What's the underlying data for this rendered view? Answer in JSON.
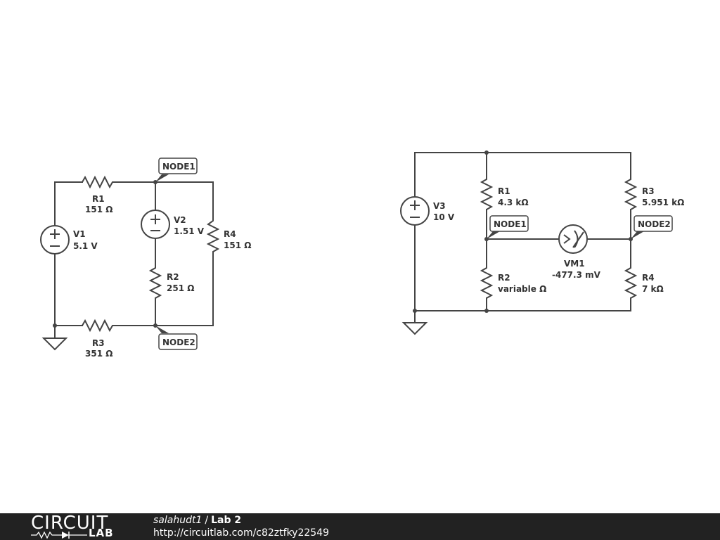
{
  "circuit_a": {
    "r1": {
      "name": "R1",
      "value": "151 Ω"
    },
    "r2": {
      "name": "R2",
      "value": "251 Ω"
    },
    "r3": {
      "name": "R3",
      "value": "351 Ω"
    },
    "r4": {
      "name": "R4",
      "value": "151 Ω"
    },
    "v1": {
      "name": "V1",
      "value": "5.1 V"
    },
    "v2": {
      "name": "V2",
      "value": "1.51 V"
    },
    "node1": "NODE1",
    "node2": "NODE2"
  },
  "circuit_b": {
    "r1": {
      "name": "R1",
      "value": "4.3 kΩ"
    },
    "r2": {
      "name": "R2",
      "value": "variable Ω"
    },
    "r3": {
      "name": "R3",
      "value": "5.951 kΩ"
    },
    "r4": {
      "name": "R4",
      "value": "7 kΩ"
    },
    "v3": {
      "name": "V3",
      "value": "10 V"
    },
    "vm1": {
      "name": "VM1",
      "value": "-477.3 mV"
    },
    "node1": "NODE1",
    "node2": "NODE2"
  },
  "footer": {
    "logo_top": "CIRCUIT",
    "logo_bottom": "LAB",
    "user": "salahudt1",
    "separator": "/",
    "title": "Lab 2",
    "url": "http://circuitlab.com/c82ztfky22549"
  },
  "colors": {
    "wire": "#444444",
    "footer_bg": "#222222",
    "footer_text": "#ffffff"
  }
}
